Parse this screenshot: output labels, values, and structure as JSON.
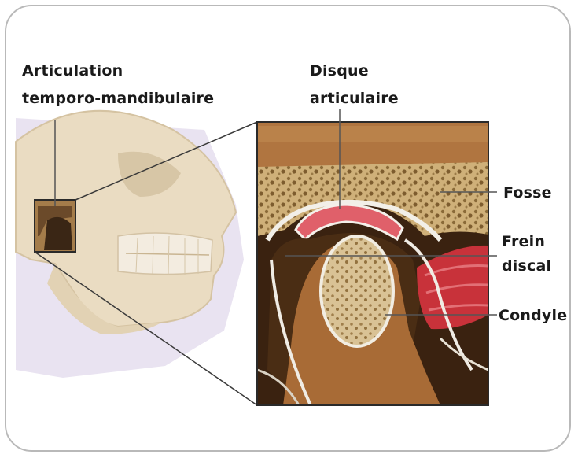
{
  "labels": {
    "articulation": "Articulation",
    "temporo": "temporo-mandibulaire",
    "disque": "Disque",
    "articulaire": "articulaire",
    "fosse": "Fosse",
    "frein": "Frein",
    "discal": "discal",
    "condyle": "Condyle"
  },
  "colors": {
    "disc": "#e0606a",
    "muscle": "#c8323a",
    "bone": "#c9a882",
    "skull": "#e9dcc4"
  }
}
